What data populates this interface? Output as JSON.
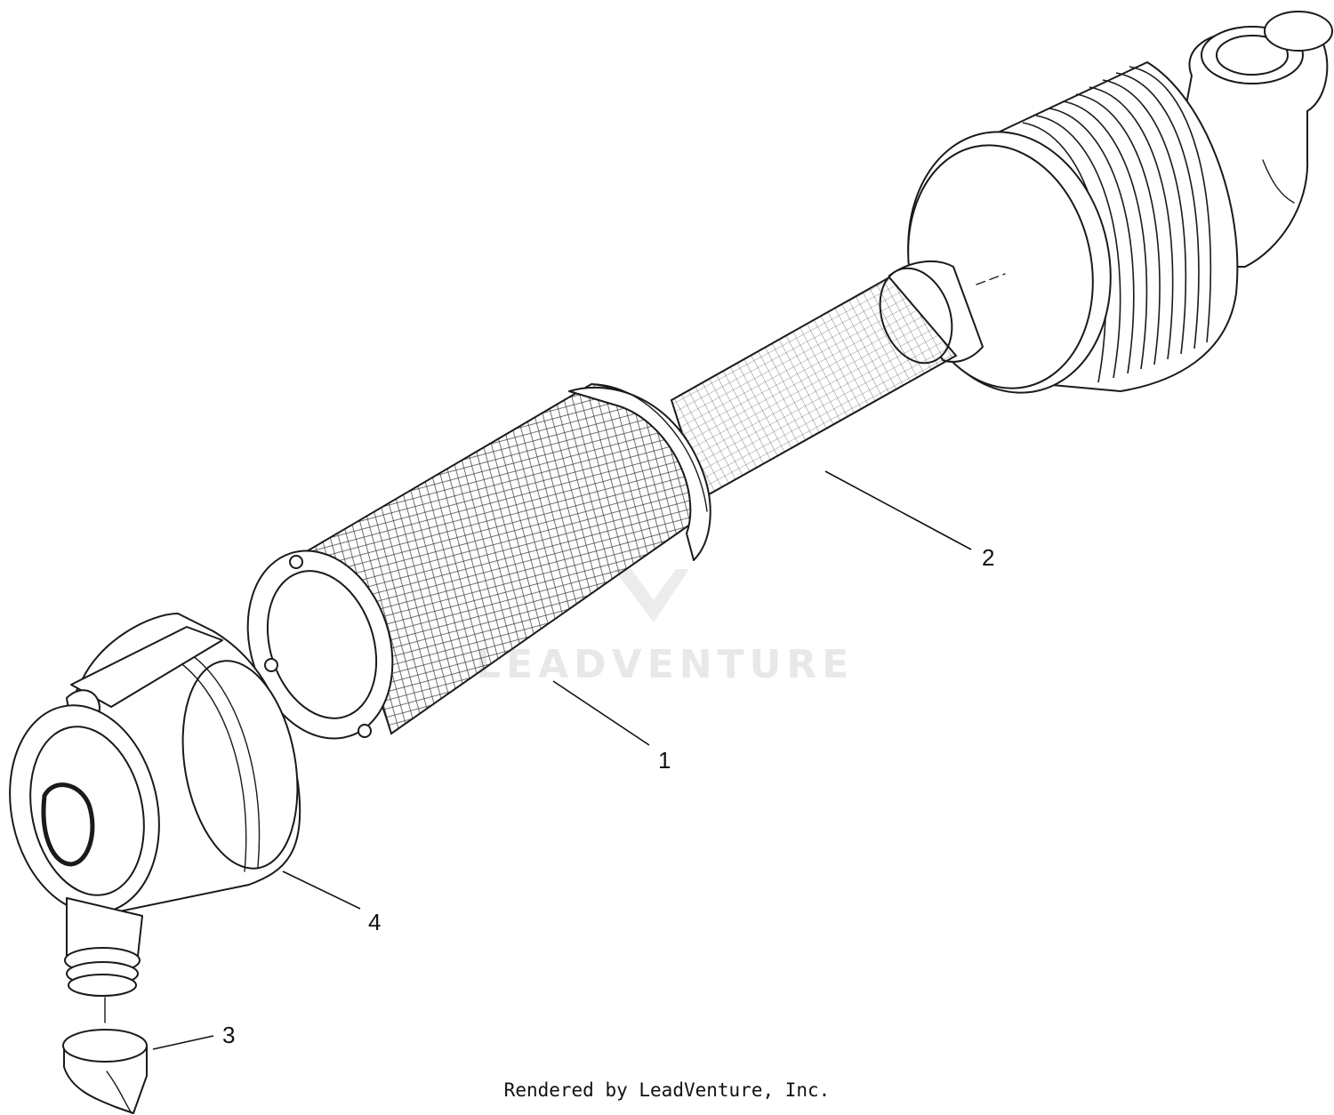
{
  "callouts": {
    "c1": "1",
    "c2": "2",
    "c3": "3",
    "c4": "4"
  },
  "watermark": "LEADVENTURE",
  "credit": "Rendered by LeadVenture, Inc.",
  "colors": {
    "line": "#1a1a1a",
    "watermark": "#e8e8e8",
    "background": "#ffffff"
  }
}
